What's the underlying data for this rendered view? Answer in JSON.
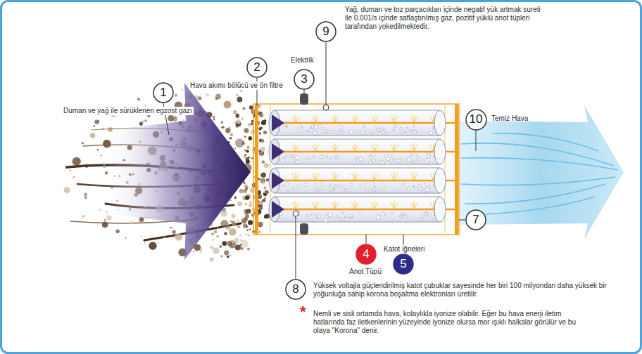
{
  "diagram": {
    "nodes": [
      {
        "text": [
          "9"
        ]
      },
      {
        "text": [
          "2"
        ]
      },
      {
        "text": [
          "3"
        ]
      },
      {
        "text": [
          "1"
        ]
      },
      {
        "text": [
          "10"
        ]
      },
      {
        "text": [
          "7"
        ]
      },
      {
        "text": [
          "4"
        ]
      },
      {
        "text": [
          "5"
        ]
      },
      {
        "text": [
          "8"
        ]
      }
    ],
    "labels": [
      "Duman ve yağ ile sürüklenen egzost gazı",
      "Hava akımı bölücü ve ön filtre",
      "Elektrik",
      "Yağ, duman ve toz parçacıkları içinde negatif yük artmak sureti ile 0.001/s içinde saflaştırılmış gaz, pozitif yüklü anot tüpleri tarafından yokedilmektedir.",
      "Temiz Hava",
      "Anot Tüpü",
      "Katot iğneleri",
      "Yüksek voltajla güçlendirilmiş katot çubuklar sayesinde her biri 100 milyondan daha yüksek bir yoğunluğa sahip korona boşaltma elektronları üretilir.",
      "*",
      "Nemli ve sisli ortamda hava, kolaylıkla iyonize olabilir. Eğer bu hava enerji iletim hatlarında faz iletkenlerinin yüzeyinde iyonize olursa mor ışıklı halkalar görülür ve bu olaya \"Korona\" denir."
    ]
  }
}
